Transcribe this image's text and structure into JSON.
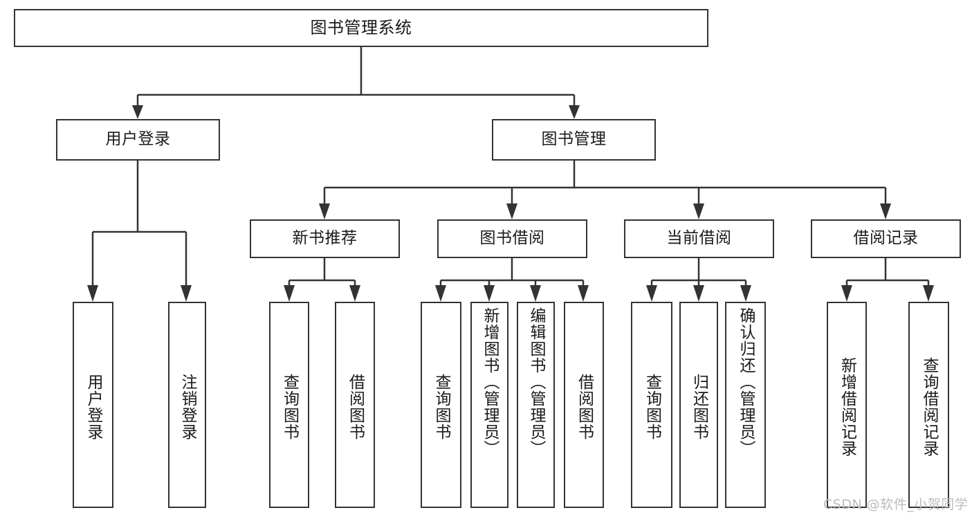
{
  "diagram": {
    "type": "hierarchy-tree",
    "title": "图书管理系统",
    "colors": {
      "stroke": "#333333",
      "text": "#1a1a1a",
      "background": "#ffffff",
      "watermark": "#b9bcc0"
    },
    "levels": {
      "root": {
        "label": "图书管理系统"
      },
      "level2": [
        {
          "id": "user-login",
          "label": "用户登录"
        },
        {
          "id": "book-management",
          "label": "图书管理"
        }
      ],
      "level3": [
        {
          "id": "new-book-recommend",
          "label": "新书推荐",
          "parent": "book-management"
        },
        {
          "id": "book-borrow",
          "label": "图书借阅",
          "parent": "book-management"
        },
        {
          "id": "current-borrow",
          "label": "当前借阅",
          "parent": "book-management"
        },
        {
          "id": "borrow-record",
          "label": "借阅记录",
          "parent": "book-management"
        }
      ],
      "leaves": [
        {
          "id": "leaf-user-login",
          "label": "用户登录",
          "parent": "user-login"
        },
        {
          "id": "leaf-logout",
          "label": "注销登录",
          "parent": "user-login"
        },
        {
          "id": "leaf-query-book-1",
          "label": "查询图书",
          "parent": "new-book-recommend"
        },
        {
          "id": "leaf-borrow-book-1",
          "label": "借阅图书",
          "parent": "new-book-recommend"
        },
        {
          "id": "leaf-query-book-2",
          "label": "查询图书",
          "parent": "book-borrow"
        },
        {
          "id": "leaf-add-book",
          "label": "新增图书（管理员）",
          "parent": "book-borrow"
        },
        {
          "id": "leaf-edit-book",
          "label": "编辑图书（管理员）",
          "parent": "book-borrow"
        },
        {
          "id": "leaf-borrow-book-2",
          "label": "借阅图书",
          "parent": "book-borrow"
        },
        {
          "id": "leaf-query-book-3",
          "label": "查询图书",
          "parent": "current-borrow"
        },
        {
          "id": "leaf-return-book",
          "label": "归还图书",
          "parent": "current-borrow"
        },
        {
          "id": "leaf-confirm-return",
          "label": "确认归还（管理员）",
          "parent": "current-borrow"
        },
        {
          "id": "leaf-add-record",
          "label": "新增借阅记录",
          "parent": "borrow-record"
        },
        {
          "id": "leaf-query-record",
          "label": "查询借阅记录",
          "parent": "borrow-record"
        }
      ]
    }
  },
  "watermark": {
    "text": "CSDN @软件_小贺同学"
  }
}
